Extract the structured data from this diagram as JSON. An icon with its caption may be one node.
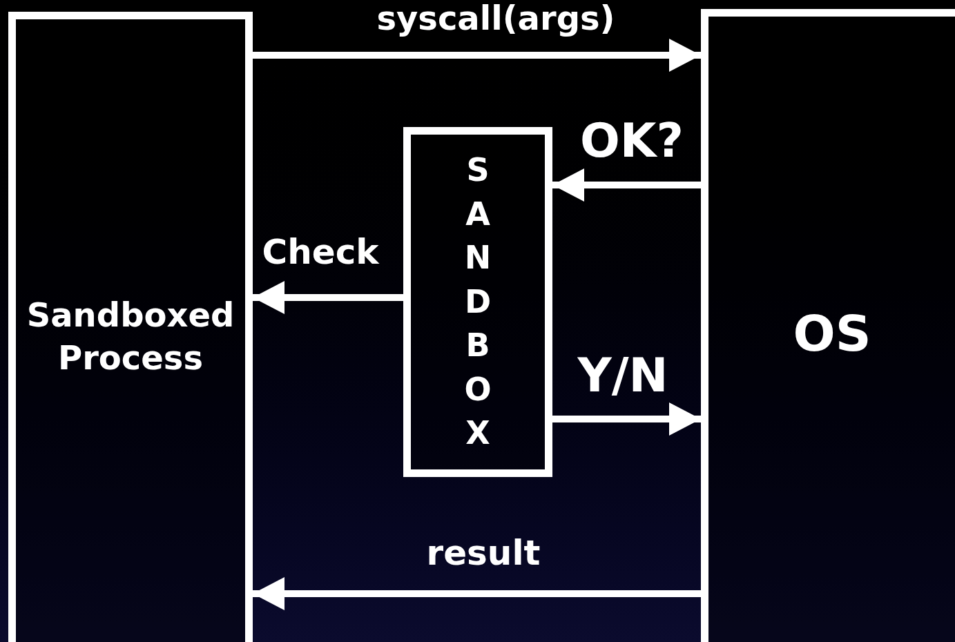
{
  "diagram": {
    "nodes": [
      {
        "text": [
          "Sandboxed Process"
        ]
      },
      {
        "text": [
          "SANDBOX"
        ]
      },
      {
        "text": [
          "OS"
        ]
      }
    ],
    "edges": [
      {
        "from": 0,
        "to": 2,
        "arrow": "to",
        "label": "syscall(args)"
      },
      {
        "from": 2,
        "to": 1,
        "arrow": "to",
        "label": "OK?"
      },
      {
        "from": 1,
        "to": 0,
        "arrow": "to",
        "label": "Check"
      },
      {
        "from": 1,
        "to": 2,
        "arrow": "to",
        "label": "Y/N"
      },
      {
        "from": 2,
        "to": 0,
        "arrow": "to",
        "label": "result"
      }
    ]
  }
}
